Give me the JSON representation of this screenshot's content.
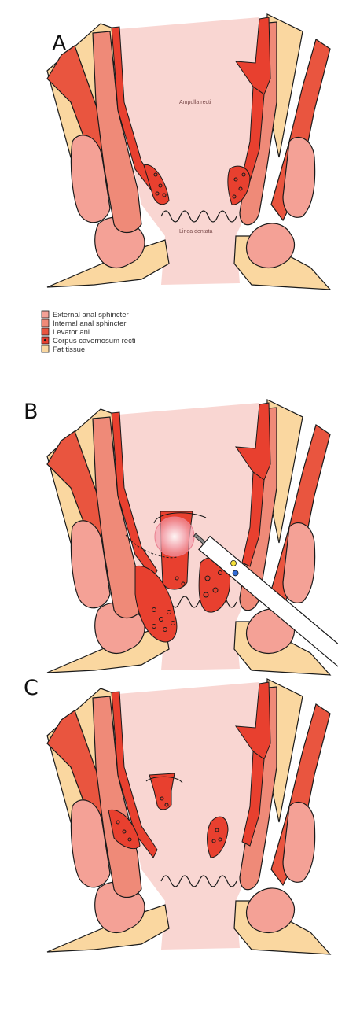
{
  "panels": {
    "a": {
      "letter": "A",
      "ampulla_label": "Ampulla recti",
      "linea_label": "Linea dentata"
    },
    "b": {
      "letter": "B"
    },
    "c": {
      "letter": "C"
    }
  },
  "legend": [
    {
      "label": "External anal sphincter",
      "color": "#f4a196"
    },
    {
      "label": "Internal anal sphincter",
      "color": "#ef8a78"
    },
    {
      "label": "Levator ani",
      "color": "#e9553f"
    },
    {
      "label": "Corpus cavernosum recti",
      "color": "#e8402f"
    },
    {
      "label": "Fat tissue",
      "color": "#fad7a0"
    }
  ],
  "colors": {
    "mucosa": "#f9d6d2",
    "fat": "#fad7a0",
    "external_sphincter": "#f4a196",
    "internal_sphincter": "#ef8a78",
    "levator_ani": "#e9553f",
    "cavernosum": "#e8402f",
    "outline": "#1a1a1a"
  }
}
